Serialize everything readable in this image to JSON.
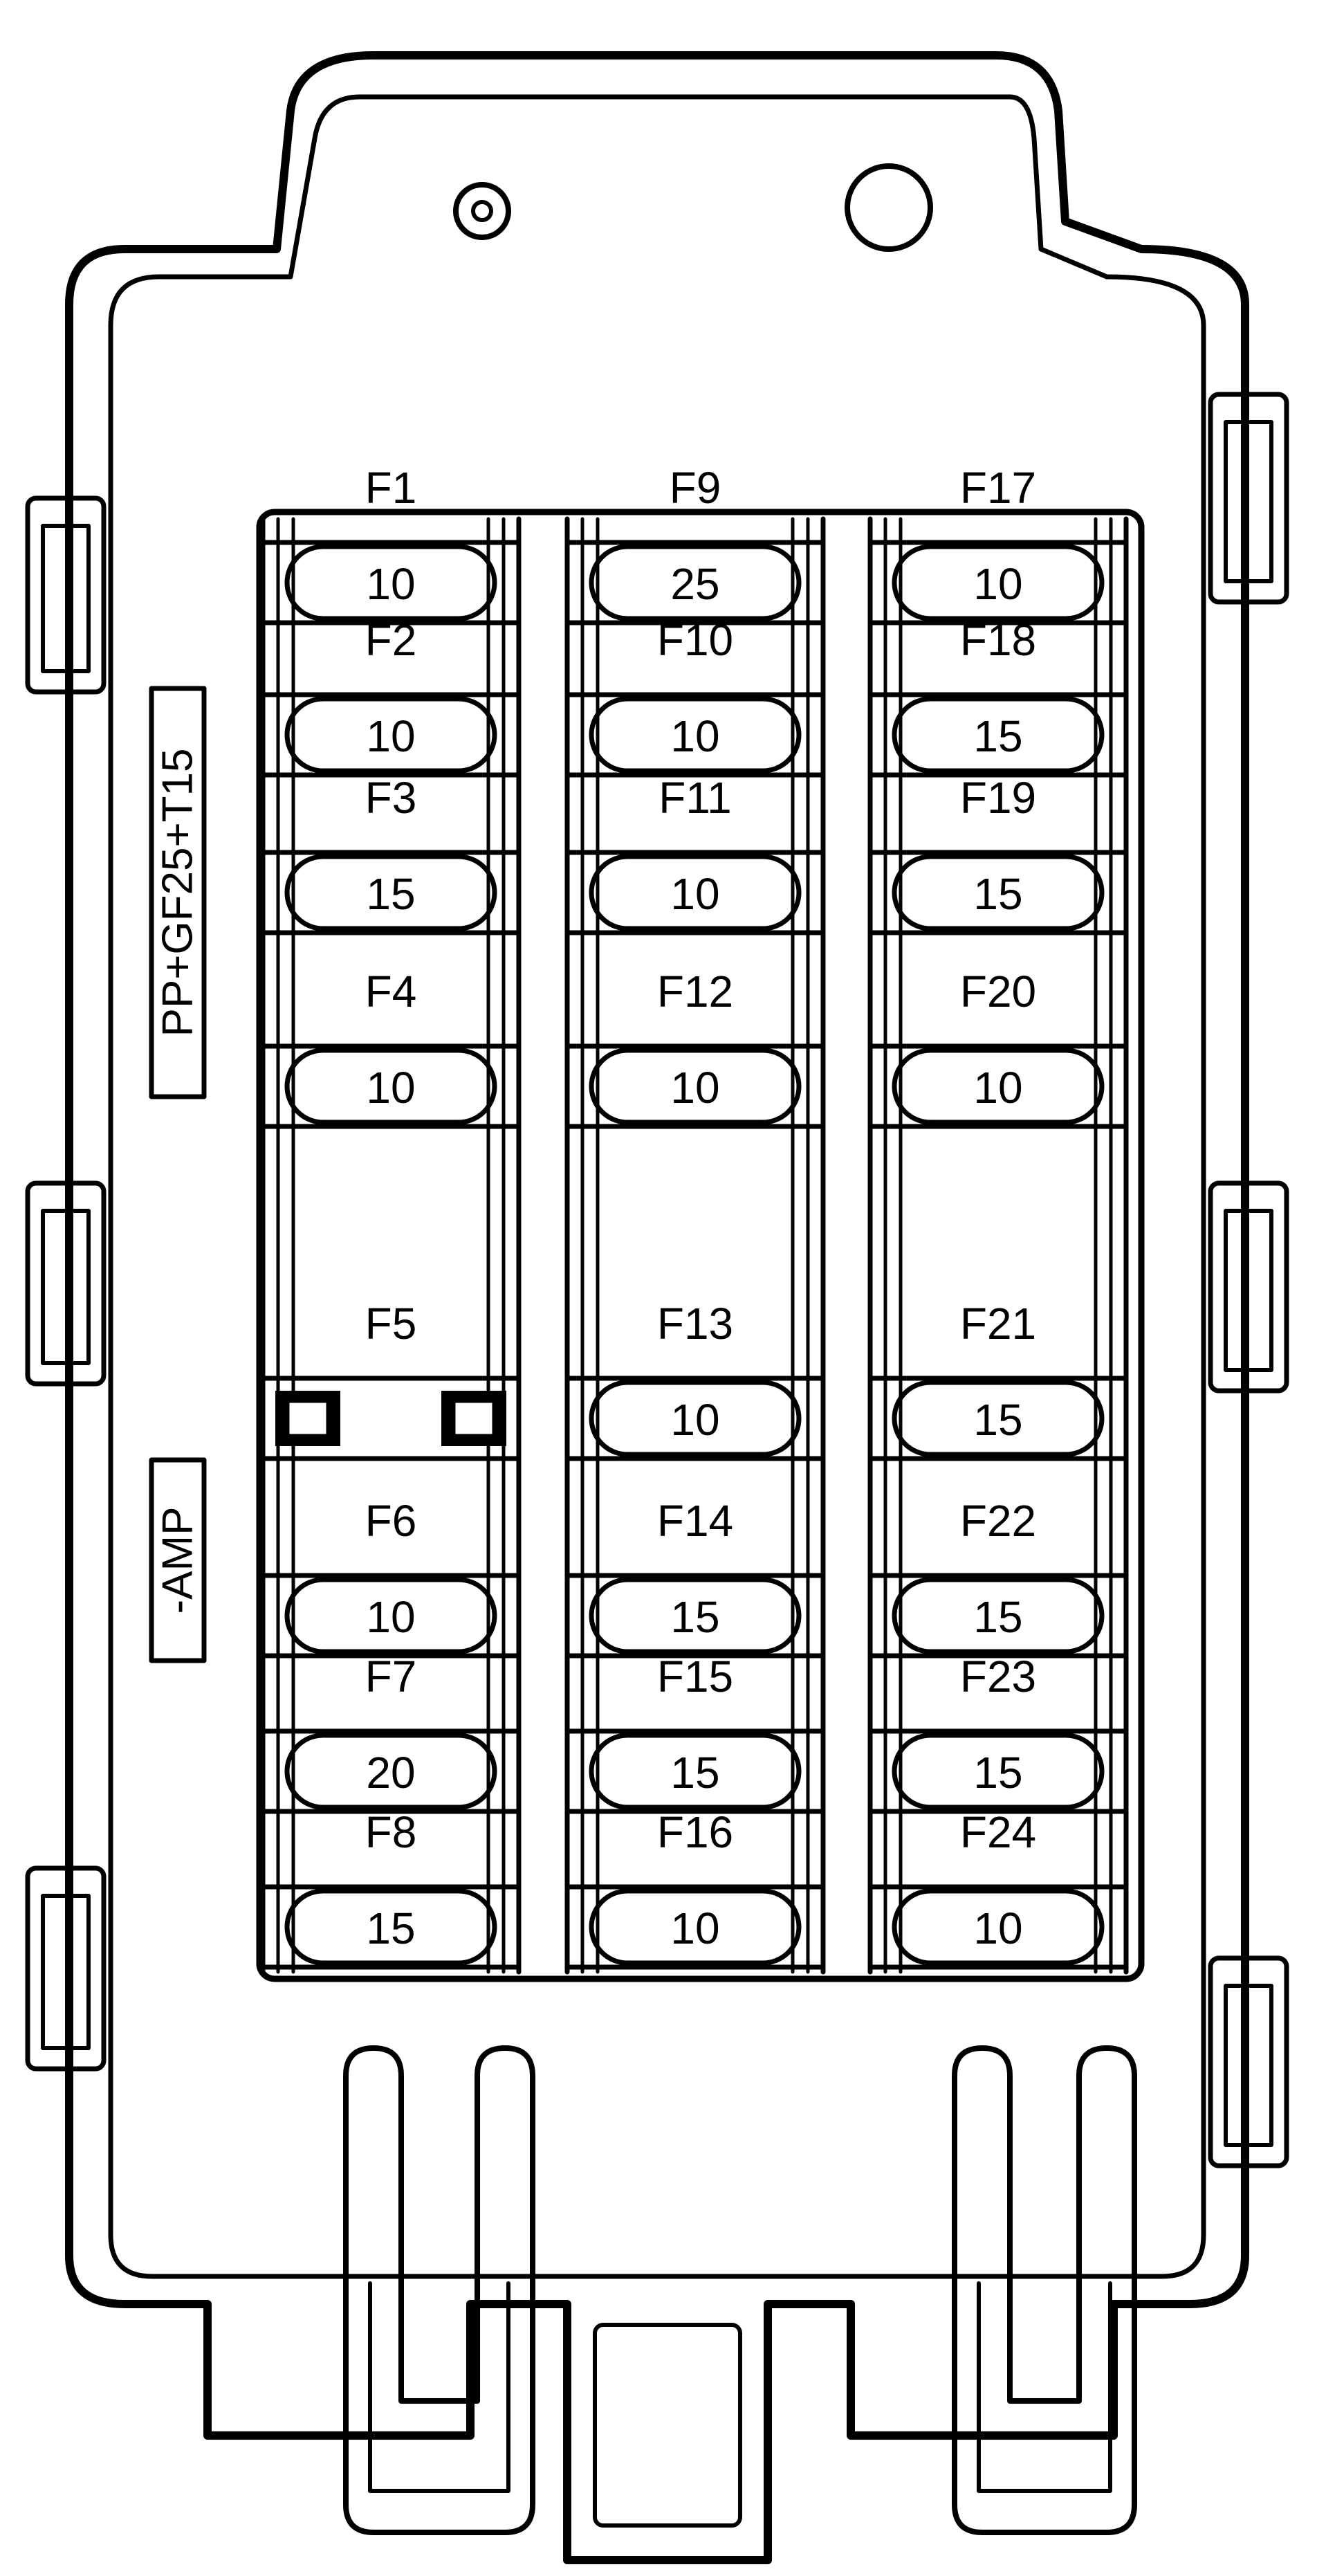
{
  "diagram": {
    "side_labels": [
      "PP+GF25+T15",
      "-AMP"
    ],
    "columns": [
      {
        "fuses": [
          {
            "id": "F1",
            "amp": "10"
          },
          {
            "id": "F2",
            "amp": "10"
          },
          {
            "id": "F3",
            "amp": "15"
          },
          {
            "id": "F4",
            "amp": "10"
          },
          {
            "id": "F5",
            "amp": ""
          },
          {
            "id": "F6",
            "amp": "10"
          },
          {
            "id": "F7",
            "amp": "20"
          },
          {
            "id": "F8",
            "amp": "15"
          }
        ]
      },
      {
        "fuses": [
          {
            "id": "F9",
            "amp": "25"
          },
          {
            "id": "F10",
            "amp": "10"
          },
          {
            "id": "F11",
            "amp": "10"
          },
          {
            "id": "F12",
            "amp": "10"
          },
          {
            "id": "F13",
            "amp": "10"
          },
          {
            "id": "F14",
            "amp": "15"
          },
          {
            "id": "F15",
            "amp": "15"
          },
          {
            "id": "F16",
            "amp": "10"
          }
        ]
      },
      {
        "fuses": [
          {
            "id": "F17",
            "amp": "10"
          },
          {
            "id": "F18",
            "amp": "15"
          },
          {
            "id": "F19",
            "amp": "15"
          },
          {
            "id": "F20",
            "amp": "10"
          },
          {
            "id": "F21",
            "amp": "15"
          },
          {
            "id": "F22",
            "amp": "15"
          },
          {
            "id": "F23",
            "amp": "15"
          },
          {
            "id": "F24",
            "amp": "10"
          }
        ]
      }
    ]
  }
}
